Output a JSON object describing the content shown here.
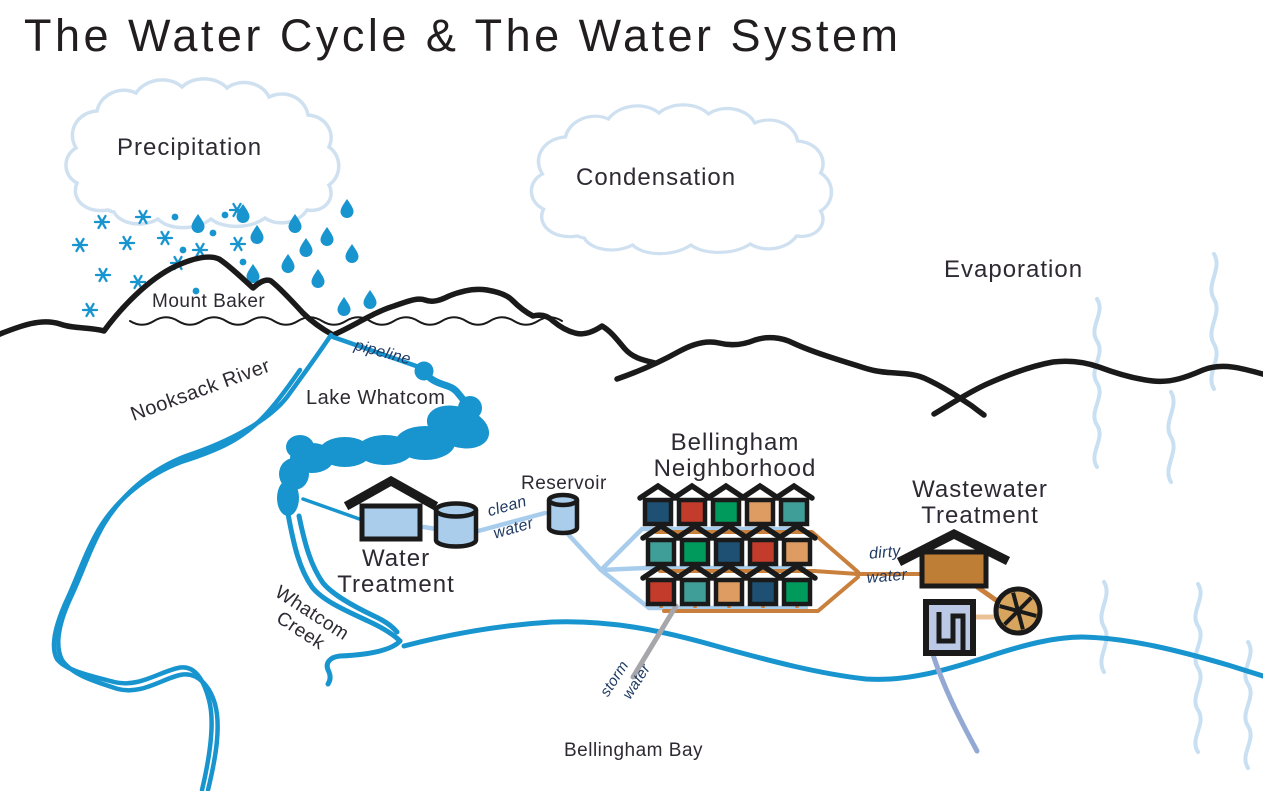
{
  "title": "The Water Cycle & The Water System",
  "labels": {
    "precipitation": "Precipitation",
    "condensation": "Condensation",
    "evaporation": "Evaporation",
    "mount_baker": "Mount Baker",
    "nooksack_river": "Nooksack River",
    "lake_whatcom": "Lake Whatcom",
    "pipeline": "pipeline",
    "reservoir": "Reservoir",
    "water_treatment_line1": "Water",
    "water_treatment_line2": "Treatment",
    "clean_water_line1": "clean",
    "clean_water_line2": "water",
    "neighborhood_line1": "Bellingham",
    "neighborhood_line2": "Neighborhood",
    "dirty_water_line1": "dirty",
    "dirty_water_line2": "water",
    "wastewater_line1": "Wastewater",
    "wastewater_line2": "Treatment",
    "whatcom_creek_line1": "Whatcom",
    "whatcom_creek_line2": "Creek",
    "storm_water_line1": "storm",
    "storm_water_line2": "water",
    "bellingham_bay": "Bellingham Bay"
  },
  "colors": {
    "ink": "#1a1a1a",
    "title_text": "#221e1f",
    "label_text": "#2e2a33",
    "water_label_text": "#1f3a63",
    "water": "#1895cf",
    "clean_pipe": "#a8cdec",
    "pale_wave": "#c8e0f2",
    "cloud_outline": "#cfe1f0",
    "sun_yellow": "#e9e163",
    "pipe_orange": "#c9803c",
    "building_orange": "#bf7e35",
    "wheel_tan": "#d8a55f",
    "connector_tan": "#eac296",
    "storm_gray": "#a7a7ab",
    "outfall_blue": "#93a9d4",
    "maze_fill": "#bcc9e6",
    "tank_fill": "#a9cdea",
    "house": {
      "navy": "#1d5072",
      "red": "#c23b2b",
      "green": "#009b5c",
      "orange": "#de9c62",
      "teal": "#3f9e98"
    }
  },
  "neighborhood": {
    "rows": [
      [
        "navy",
        "red",
        "green",
        "orange",
        "teal"
      ],
      [
        "teal",
        "green",
        "navy",
        "red",
        "orange"
      ],
      [
        "red",
        "teal",
        "orange",
        "navy",
        "green"
      ]
    ]
  }
}
